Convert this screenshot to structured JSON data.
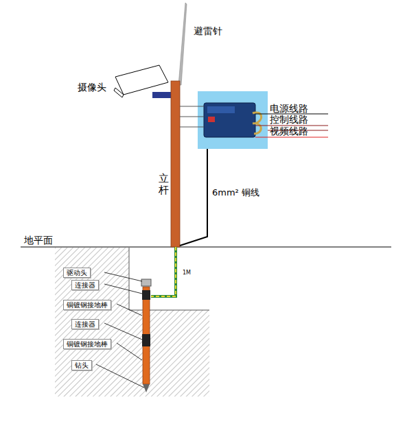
{
  "diagram": {
    "nodes": [
      {
        "text": [
          "驱动头"
        ]
      },
      {
        "text": [
          "连接器"
        ]
      },
      {
        "text": [
          "铜镀钢接地棒"
        ]
      },
      {
        "text": [
          "连接器"
        ]
      },
      {
        "text": [
          "铜镀钢接地棒"
        ]
      },
      {
        "text": [
          "钻头"
        ]
      }
    ],
    "labels": [
      "避雷针",
      "摄像头",
      "电源线路",
      "控制线路",
      "视频线路",
      "立杆",
      "6mm² 铜线",
      "地平面",
      "1M"
    ]
  }
}
